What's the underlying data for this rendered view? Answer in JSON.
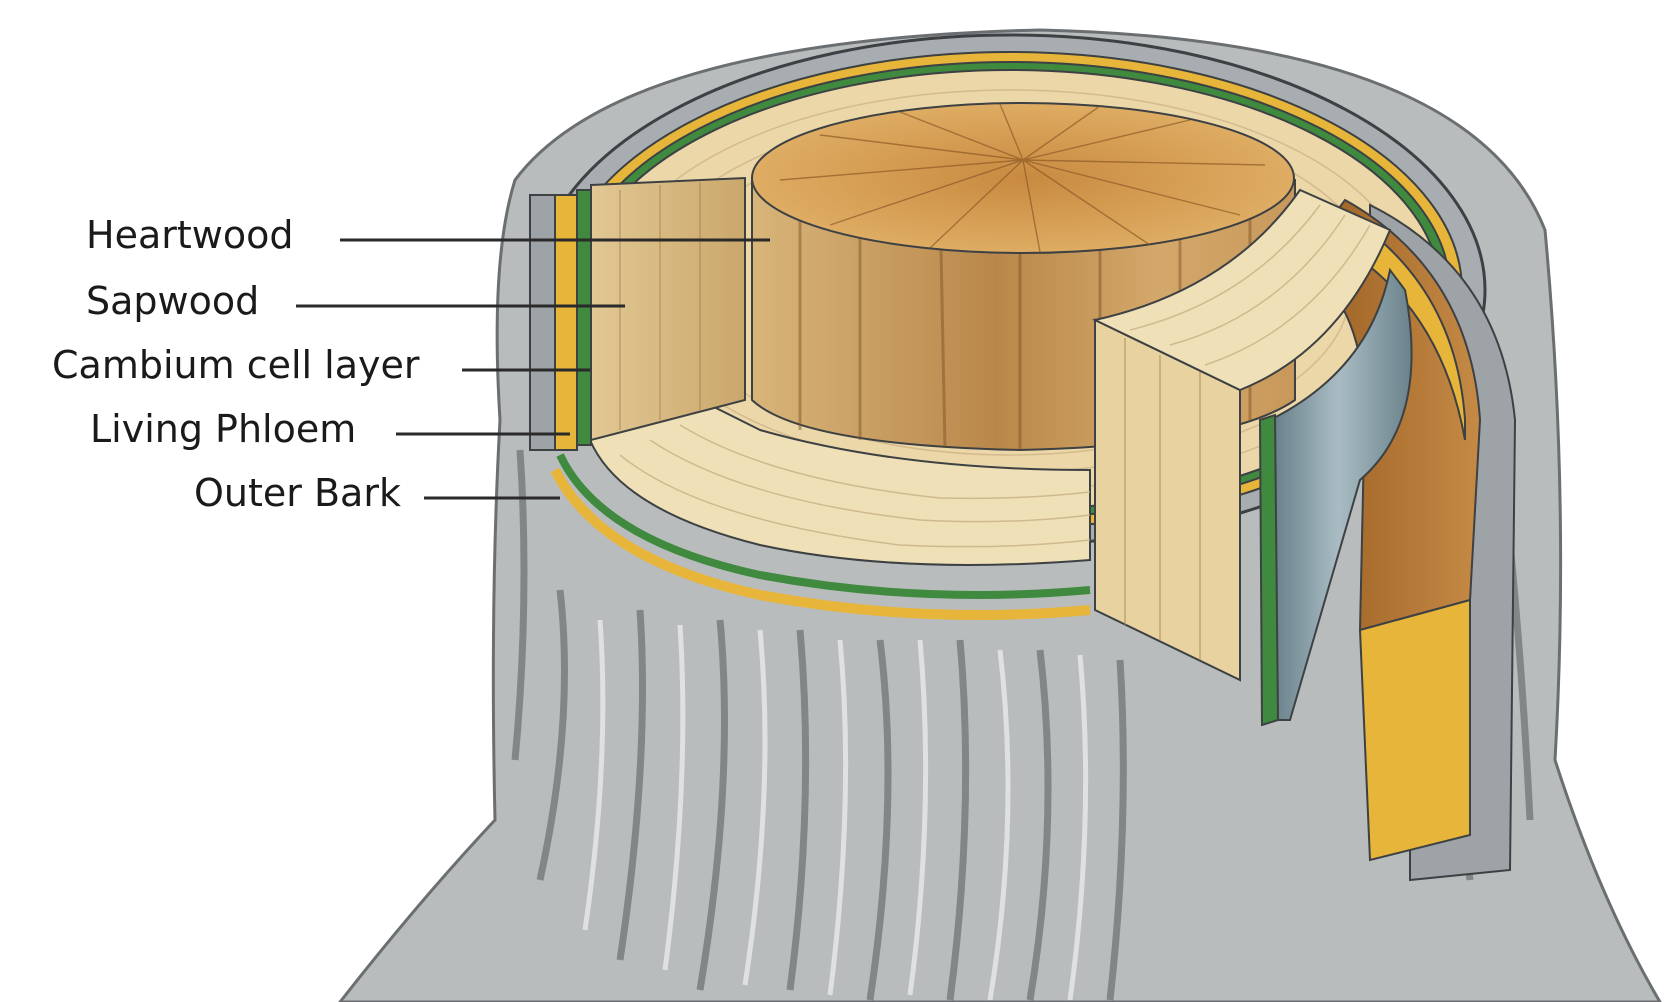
{
  "labels": {
    "heartwood": "Heartwood",
    "sapwood": "Sapwood",
    "cambium": "Cambium cell layer",
    "phloem": "Living Phloem",
    "outer_bark": "Outer Bark"
  },
  "colors": {
    "background": "#ffffff",
    "bark": "#b9bcbd",
    "bark_dark": "#4d5153",
    "outer_bark_layer": "#9da3a6",
    "phloem": "#e7b53a",
    "cambium": "#3f8a3e",
    "inner_bark_blue": "#7f97a1",
    "sapwood": "#ecd7a8",
    "heartwood": "#d9a55e",
    "heartwood_dark": "#b27b3c",
    "label_text": "#1a1a1a"
  }
}
